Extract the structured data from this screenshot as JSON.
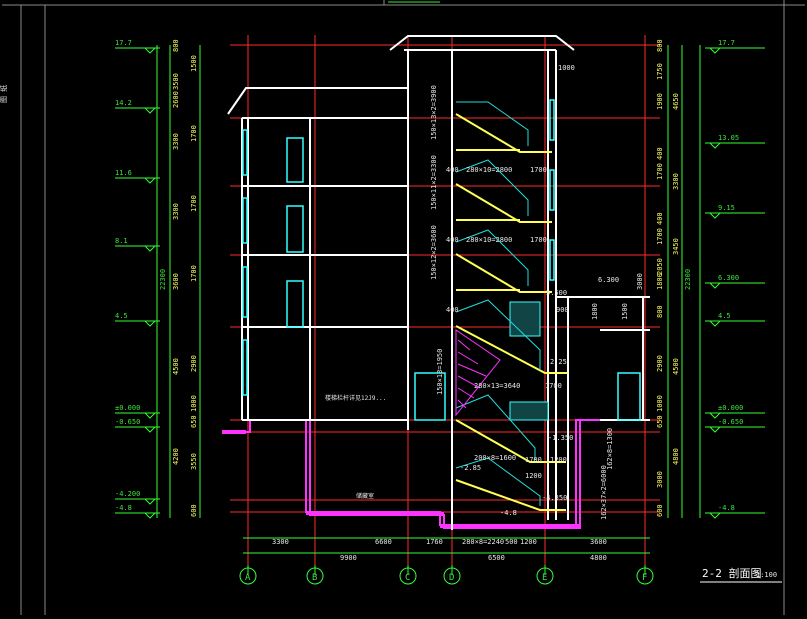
{
  "drawing": {
    "title": "2-2 剖面图",
    "scale": "1:100",
    "axis_labels": [
      "A",
      "B",
      "C",
      "D",
      "E",
      "F"
    ],
    "left_elevations": [
      "17.7",
      "14.2",
      "11.6",
      "8.1",
      "4.5",
      "±0.000",
      "-0.650",
      "-4.200",
      "-4.8"
    ],
    "right_elevations": [
      "17.7",
      "13.05",
      "9.15",
      "6.300",
      "4.5",
      "±0.000",
      "-0.650",
      "-4.8"
    ],
    "left_dims": [
      "800",
      "3500",
      "1500",
      "2600",
      "1700",
      "3300",
      "1700",
      "3300",
      "1700",
      "3600",
      "4500",
      "2900",
      "1000",
      "650",
      "4200",
      "3550",
      "600"
    ],
    "right_dims": [
      "800",
      "1750",
      "1900",
      "4650",
      "400",
      "1700",
      "3300",
      "400",
      "1700",
      "2050",
      "3450",
      "1800",
      "800",
      "4500",
      "2900",
      "1000",
      "650",
      "4800",
      "3000",
      "600"
    ],
    "total_left": "22300",
    "total_right": "22300",
    "bottom_dims": [
      "3300",
      "6600",
      "1760",
      "280×8=2240",
      "500",
      "1200",
      "3600"
    ],
    "bottom_totals": [
      "9900",
      "6500",
      "4800"
    ],
    "stair_notes": [
      "150×13×2=3900",
      "150×11×2=3300",
      "150×12×2=3600",
      "280×10=2800",
      "280×10=2800",
      "280×13=3640",
      "150×13=1950",
      "200×8=1600",
      "162×8=1300",
      "162×37×2=6000"
    ],
    "stair_dims": [
      "400",
      "1700",
      "400",
      "1700",
      "400",
      "1700",
      "1700",
      "1200",
      "1200"
    ],
    "stair_levels": [
      "2.25",
      "-1.350",
      "-2.85",
      "-4.350",
      "-4.8",
      "6.300",
      "5.500"
    ],
    "room_labels": [
      "储藏室",
      "楼梯栏杆详见12J9..."
    ],
    "small_dims": [
      "1000",
      "1800",
      "1500",
      "900",
      "3000"
    ],
    "colors": {
      "axis_red": "#ff2a2a",
      "wall_white": "#ffffff",
      "stair_yellow": "#ffff55",
      "hatch_magenta": "#ff33ff",
      "window_cyan": "#33ffff",
      "dim_green": "#33ff33",
      "rail_cyan": "#22dddd"
    }
  }
}
